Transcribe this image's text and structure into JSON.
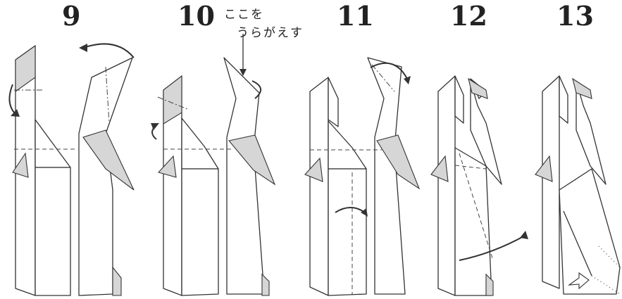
{
  "steps": [
    {
      "number": "9"
    },
    {
      "number": "10"
    },
    {
      "number": "11"
    },
    {
      "number": "12"
    },
    {
      "number": "13"
    }
  ],
  "note": {
    "line1": "ここを",
    "line2": "うらがえす"
  }
}
